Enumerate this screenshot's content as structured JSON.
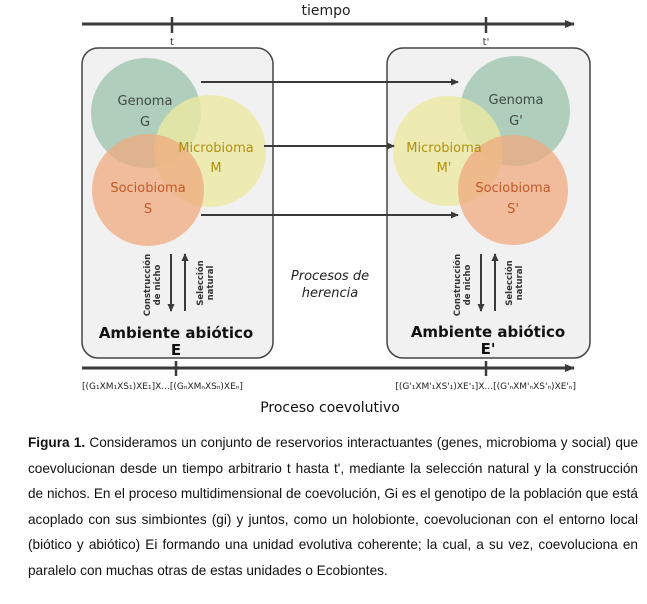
{
  "timeline": {
    "label": "tiempo",
    "t": "t",
    "t_prime": "t'"
  },
  "left": {
    "genome": {
      "name": "Genoma",
      "symbol": "G"
    },
    "microbiome": {
      "name": "Microbioma",
      "symbol": "M"
    },
    "socio": {
      "name": "Sociobioma",
      "symbol": "S"
    },
    "niche_label": [
      "Construcción",
      "de nicho"
    ],
    "selection_label": [
      "Selección",
      "natural"
    ],
    "environment": {
      "name": "Ambiente abiótico",
      "symbol": "E"
    },
    "formula": "[(G₁XM₁XS₁)XE₁]X...[(GₙXMₙXSₙ)XEₙ]"
  },
  "right": {
    "genome": {
      "name": "Genoma",
      "symbol": "G'"
    },
    "microbiome": {
      "name": "Microbioma",
      "symbol": "M'"
    },
    "socio": {
      "name": "Sociobioma",
      "symbol": "S'"
    },
    "niche_label": [
      "Construcción",
      "de nicho"
    ],
    "selection_label": [
      "Selección",
      "natural"
    ],
    "environment": {
      "name": "Ambiente abiótico",
      "symbol": "E'"
    },
    "formula": "[(G'₁XM'₁XS'₁)XE'₁]X...[(G'ₙXM'ₙXS'ₙ)XE'ₙ]"
  },
  "middle": {
    "heritage": [
      "Procesos de",
      "herencia"
    ]
  },
  "bottom": {
    "label": "Proceso coevolutivo"
  },
  "caption": {
    "label": "Figura 1.",
    "text": "Consideramos un conjunto de reservorios interactuantes (genes, microbioma y social) que coevolucionan desde un tiempo arbitrario t hasta t', mediante la selección natural y la construcción de nichos. En el proceso multidimensional de coevolución, Gi es el genotipo de la población que está acoplado con sus simbiontes (gi) y juntos, como un holobionte, coevolucionan con el entorno local (biótico y abiótico) Ei formando una unidad evolutiva coherente; la cual, a su vez, coevoluciona en paralelo con muchas otras de estas unidades o Ecobiontes."
  },
  "colors": {
    "genome": "#a3c8b2",
    "microbiome": "#eeeaa2",
    "socio": "#efaa7e",
    "genome_text": "#3f4a44",
    "microbiome_text": "#b08f10",
    "socio_text": "#c0592a",
    "line": "#3a3a3a"
  }
}
